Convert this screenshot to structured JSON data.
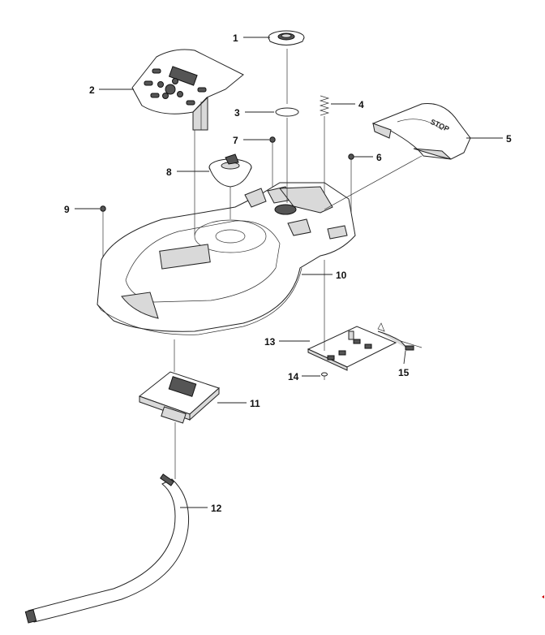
{
  "callouts": {
    "c1": "1",
    "c2": "2",
    "c3": "3",
    "c4": "4",
    "c5": "5",
    "c6": "6",
    "c7": "7",
    "c8": "8",
    "c9": "9",
    "c10": "10",
    "c11": "11",
    "c12": "12",
    "c13": "13",
    "c14": "14",
    "c15": "15"
  },
  "stop_cover_text": "STOP",
  "colors": {
    "line": "#222222",
    "accent_mark": "#cc0000"
  }
}
